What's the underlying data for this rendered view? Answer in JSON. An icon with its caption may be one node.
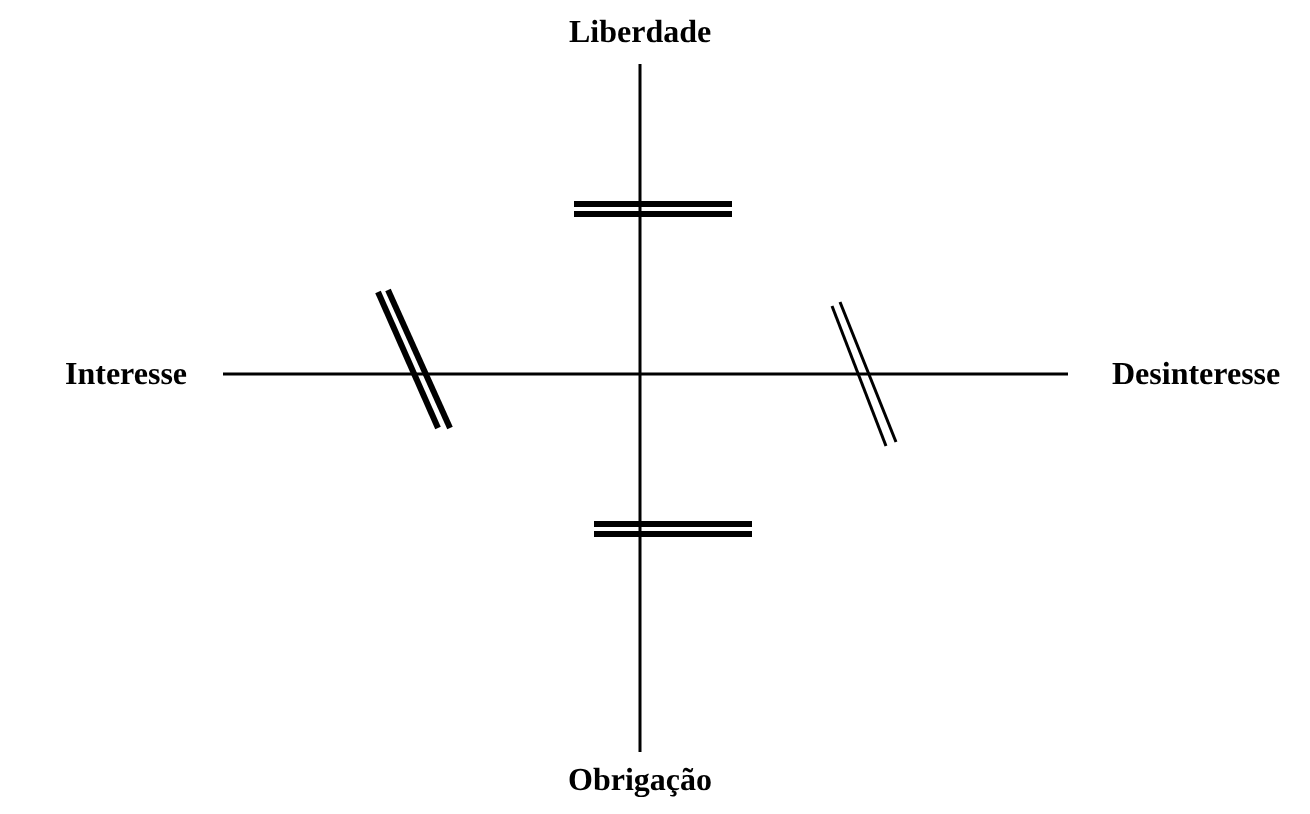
{
  "diagram": {
    "nodes": [
      {
        "text": [
          "Liberdade"
        ]
      },
      {
        "text": [
          "Interesse"
        ]
      },
      {
        "text": [
          "Desinteresse"
        ]
      },
      {
        "text": [
          "Obrigação"
        ]
      }
    ],
    "edges": [
      {
        "from": 0,
        "to": 3,
        "arrow": "none"
      },
      {
        "from": 1,
        "to": 2,
        "arrow": "none"
      }
    ]
  }
}
